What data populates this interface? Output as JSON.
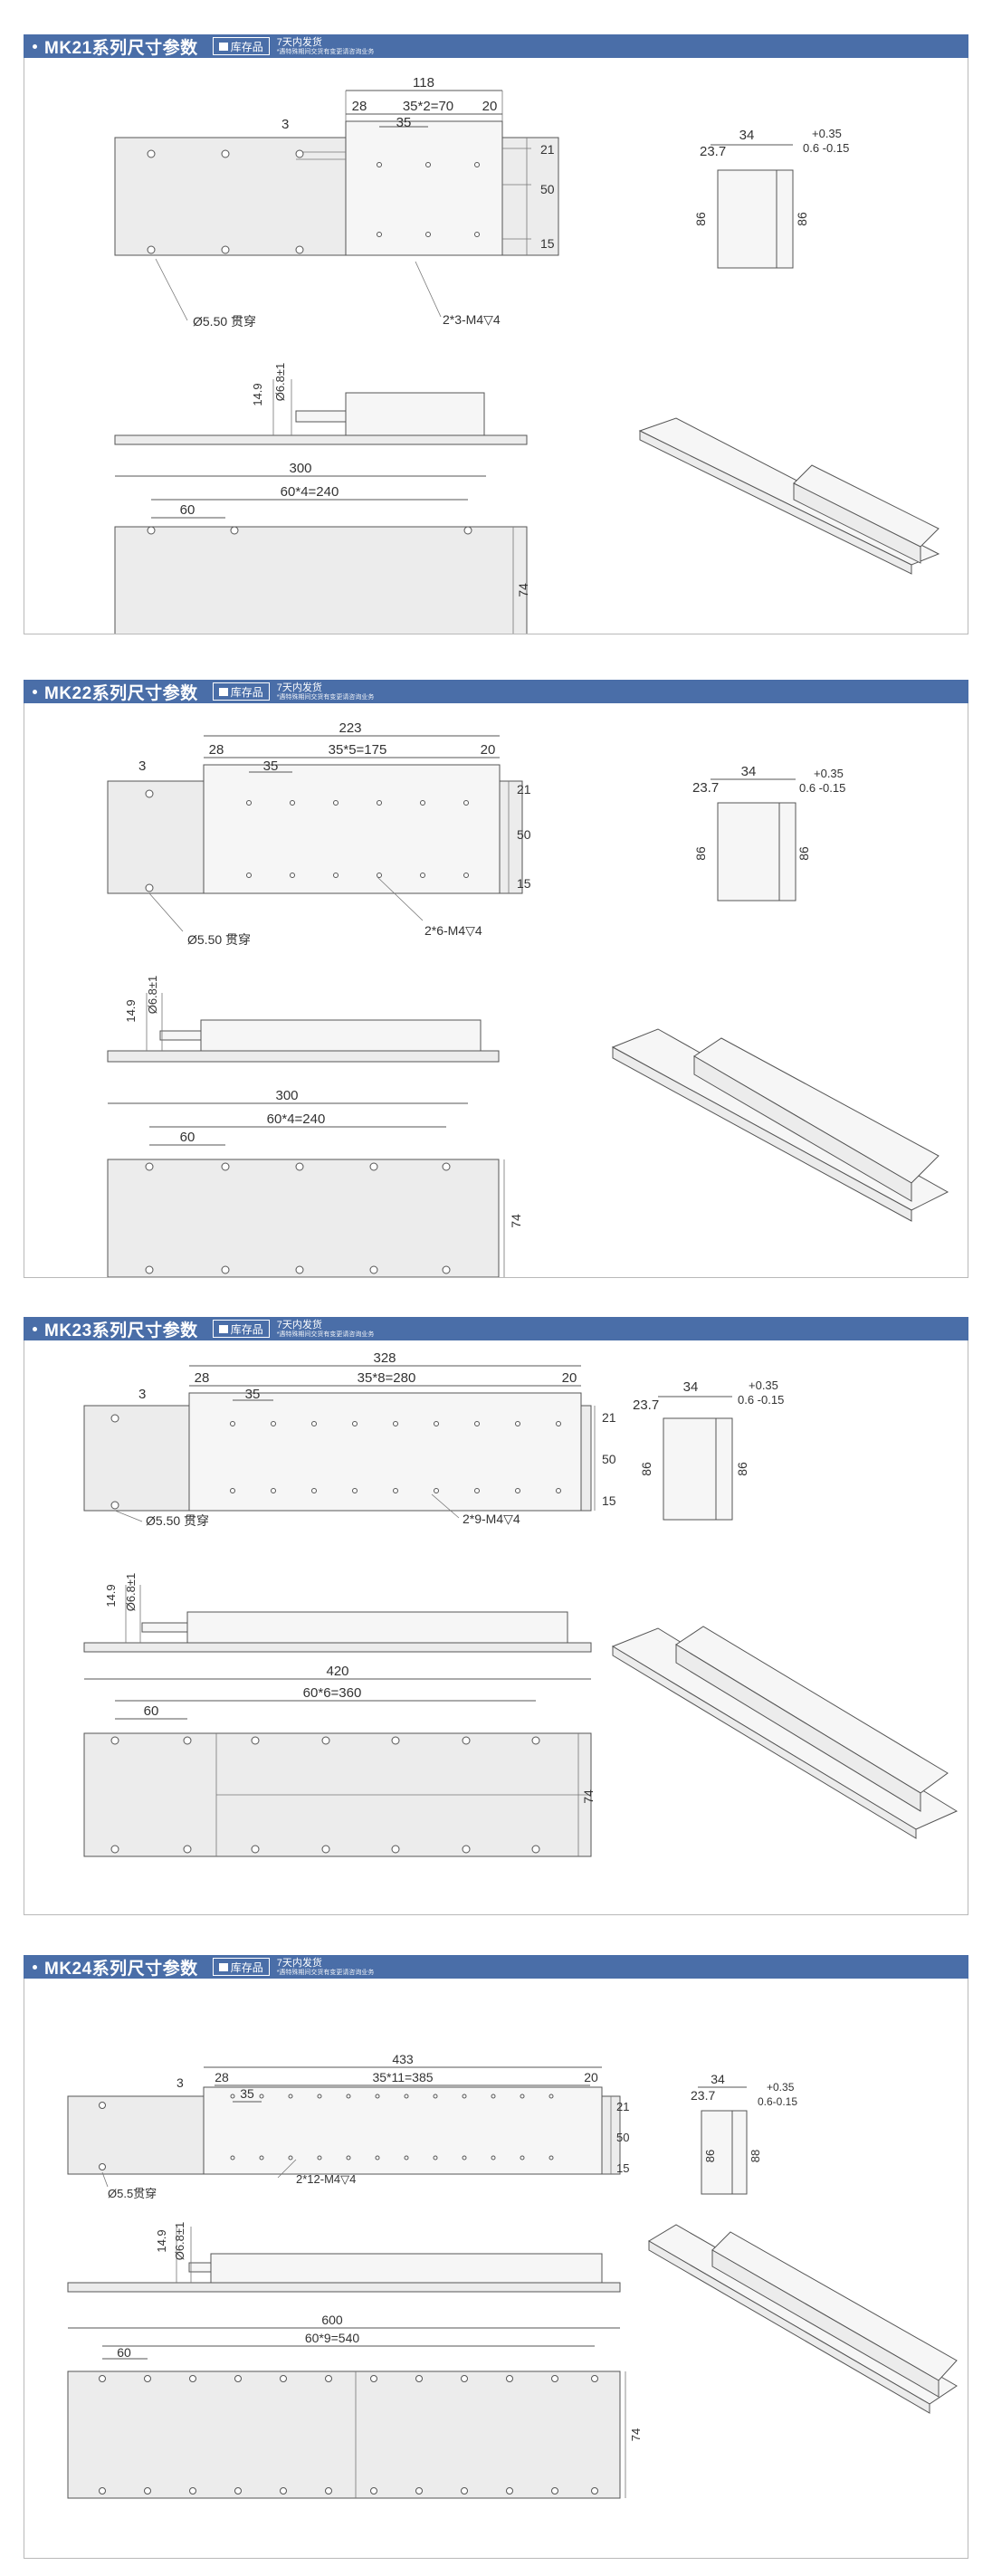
{
  "sections": [
    {
      "title": "MK21系列尺寸参数",
      "stock": "库存品",
      "note1": "7天内发货",
      "note2": "*遇特殊期间交货有变更请咨询业务",
      "dims": {
        "total_top": "118",
        "left_margin": "28",
        "pitch_formula": "35*2=70",
        "pitch": "35",
        "right_margin": "20",
        "step": "3",
        "r1": "21",
        "r2": "50",
        "r3": "15",
        "tap": "2*3-M4▽4",
        "hole": "Ø5.50 贯穿",
        "h_left": "14.9",
        "shaft": "Ø6.8±1",
        "length": "300",
        "base_formula": "60*4=240",
        "base_pitch": "60",
        "width": "74",
        "end_w": "34",
        "end_off": "23.7",
        "tol_plus": "+0.35",
        "tol_base": "0.6 -0.15",
        "end_h1": "86",
        "end_h2": "86"
      }
    },
    {
      "title": "MK22系列尺寸参数",
      "stock": "库存品",
      "note1": "7天内发货",
      "note2": "*遇特殊期间交货有变更请咨询业务",
      "dims": {
        "total_top": "223",
        "left_margin": "28",
        "pitch_formula": "35*5=175",
        "pitch": "35",
        "right_margin": "20",
        "step": "3",
        "r1": "21",
        "r2": "50",
        "r3": "15",
        "tap": "2*6-M4▽4",
        "hole": "Ø5.50 贯穿",
        "h_left": "14.9",
        "shaft": "Ø6.8±1",
        "length": "300",
        "base_formula": "60*4=240",
        "base_pitch": "60",
        "width": "74",
        "end_w": "34",
        "end_off": "23.7",
        "tol_plus": "+0.35",
        "tol_base": "0.6 -0.15",
        "end_h1": "86",
        "end_h2": "86"
      }
    },
    {
      "title": "MK23系列尺寸参数",
      "stock": "库存品",
      "note1": "7天内发货",
      "note2": "*遇特殊期间交货有变更请咨询业务",
      "dims": {
        "total_top": "328",
        "left_margin": "28",
        "pitch_formula": "35*8=280",
        "pitch": "35",
        "right_margin": "20",
        "step": "3",
        "r1": "21",
        "r2": "50",
        "r3": "15",
        "tap": "2*9-M4▽4",
        "hole": "Ø5.50 贯穿",
        "h_left": "14.9",
        "shaft": "Ø6.8±1",
        "length": "420",
        "base_formula": "60*6=360",
        "base_pitch": "60",
        "width": "74",
        "end_w": "34",
        "end_off": "23.7",
        "tol_plus": "+0.35",
        "tol_base": "0.6 -0.15",
        "end_h1": "86",
        "end_h2": "86"
      }
    },
    {
      "title": "MK24系列尺寸参数",
      "stock": "库存品",
      "note1": "7天内发货",
      "note2": "*遇特殊期间交货有变更请咨询业务",
      "dims": {
        "total_top": "433",
        "left_margin": "28",
        "pitch_formula": "35*11=385",
        "pitch": "35",
        "right_margin": "20",
        "step": "3",
        "r1": "21",
        "r2": "50",
        "r3": "15",
        "tap": "2*12-M4▽4",
        "hole": "Ø5.5贯穿",
        "h_left": "14.9",
        "shaft": "Ø6.8±1",
        "length": "600",
        "base_formula": "60*9=540",
        "base_pitch": "60",
        "width": "74",
        "end_w": "34",
        "end_off": "23.7",
        "tol_plus": "+0.35",
        "tol_base": "0.6-0.15",
        "end_h1": "86",
        "end_h2": "88"
      }
    }
  ]
}
